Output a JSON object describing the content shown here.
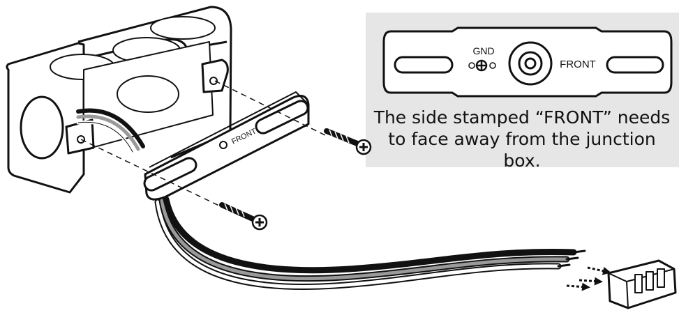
{
  "callout": {
    "note_line1": "The side stamped “FRONT” needs",
    "note_line2": "to face away from the junction box."
  },
  "plate_labels": {
    "gnd": "GND",
    "front": "FRONT"
  },
  "bracket_labels": {
    "front": "FRONT"
  },
  "colors": {
    "callout_background": "#e6e6e6",
    "line": "#111111",
    "wire_gray": "#9a9a9a"
  }
}
